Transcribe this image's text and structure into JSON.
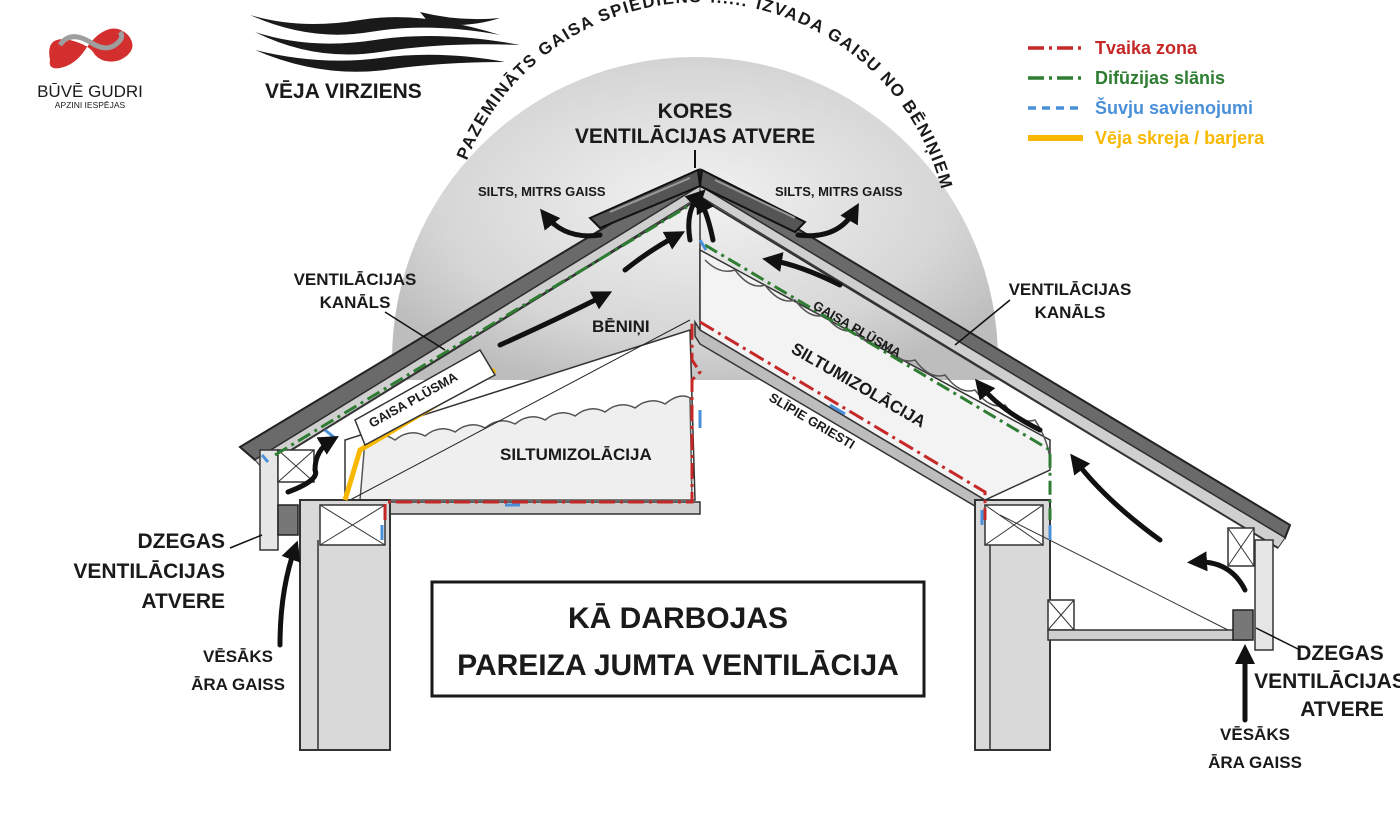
{
  "brand": {
    "name": "BŪVĒ GUDRI",
    "tagline": "APZINI IESPĒJAS",
    "colors": {
      "red": "#d32f2f",
      "grey": "#9e9e9e"
    }
  },
  "wind": {
    "label": "VĒJA VIRZIENS"
  },
  "arc": {
    "left": "PAZEMINĀTS GAISA SPIEDIENS",
    "dots": "......",
    "right": "IZVADA GAISU NO BĒNIŅIEM"
  },
  "ridge_vent": {
    "line1": "KORES",
    "line2": "VENTILĀCIJAS ATVERE"
  },
  "warm_air": {
    "left": "SILTS, MITRS GAISS",
    "right": "SILTS, MITRS GAISS"
  },
  "vent_channel": {
    "left": {
      "line1": "VENTILĀCIJAS",
      "line2": "KANĀLS"
    },
    "right": {
      "line1": "VENTILĀCIJAS",
      "line2": "KANĀLS"
    }
  },
  "attic": "BĒNIŅI",
  "insulation": {
    "left": "SILTUMIZOLĀCIJA",
    "right": "SILTUMIZOLĀCIJA"
  },
  "airflow": {
    "left": "GAISA PLŪSMA",
    "right": "GAISA PLŪSMA"
  },
  "sloped_ceiling": "SLĪPIE GRIESTI",
  "eave_vent": {
    "left": {
      "line1": "DZEGAS",
      "line2": "VENTILĀCIJAS",
      "line3": "ATVERE"
    },
    "right": {
      "line1": "DZEGAS",
      "line2": "VENTILĀCIJAS",
      "line3": "ATVERE"
    }
  },
  "cool_air": {
    "left": {
      "line1": "VĒSĀKS",
      "line2": "ĀRA GAISS"
    },
    "right": {
      "line1": "VĒSĀKS",
      "line2": "ĀRA GAISS"
    }
  },
  "title": {
    "line1": "KĀ DARBOJAS",
    "line2": "PAREIZA JUMTA VENTILĀCIJA"
  },
  "legend": [
    {
      "label": "Tvaika zona",
      "color": "#c62828",
      "style": "dashdot"
    },
    {
      "label": "Difūzijas slānis",
      "color": "#2e7d32",
      "style": "dashdot"
    },
    {
      "label": "Šuvju savienojumi",
      "color": "#4a90d9",
      "style": "dashed"
    },
    {
      "label": "Vēja skreja / barjera",
      "color": "#f9b800",
      "style": "solid"
    }
  ]
}
